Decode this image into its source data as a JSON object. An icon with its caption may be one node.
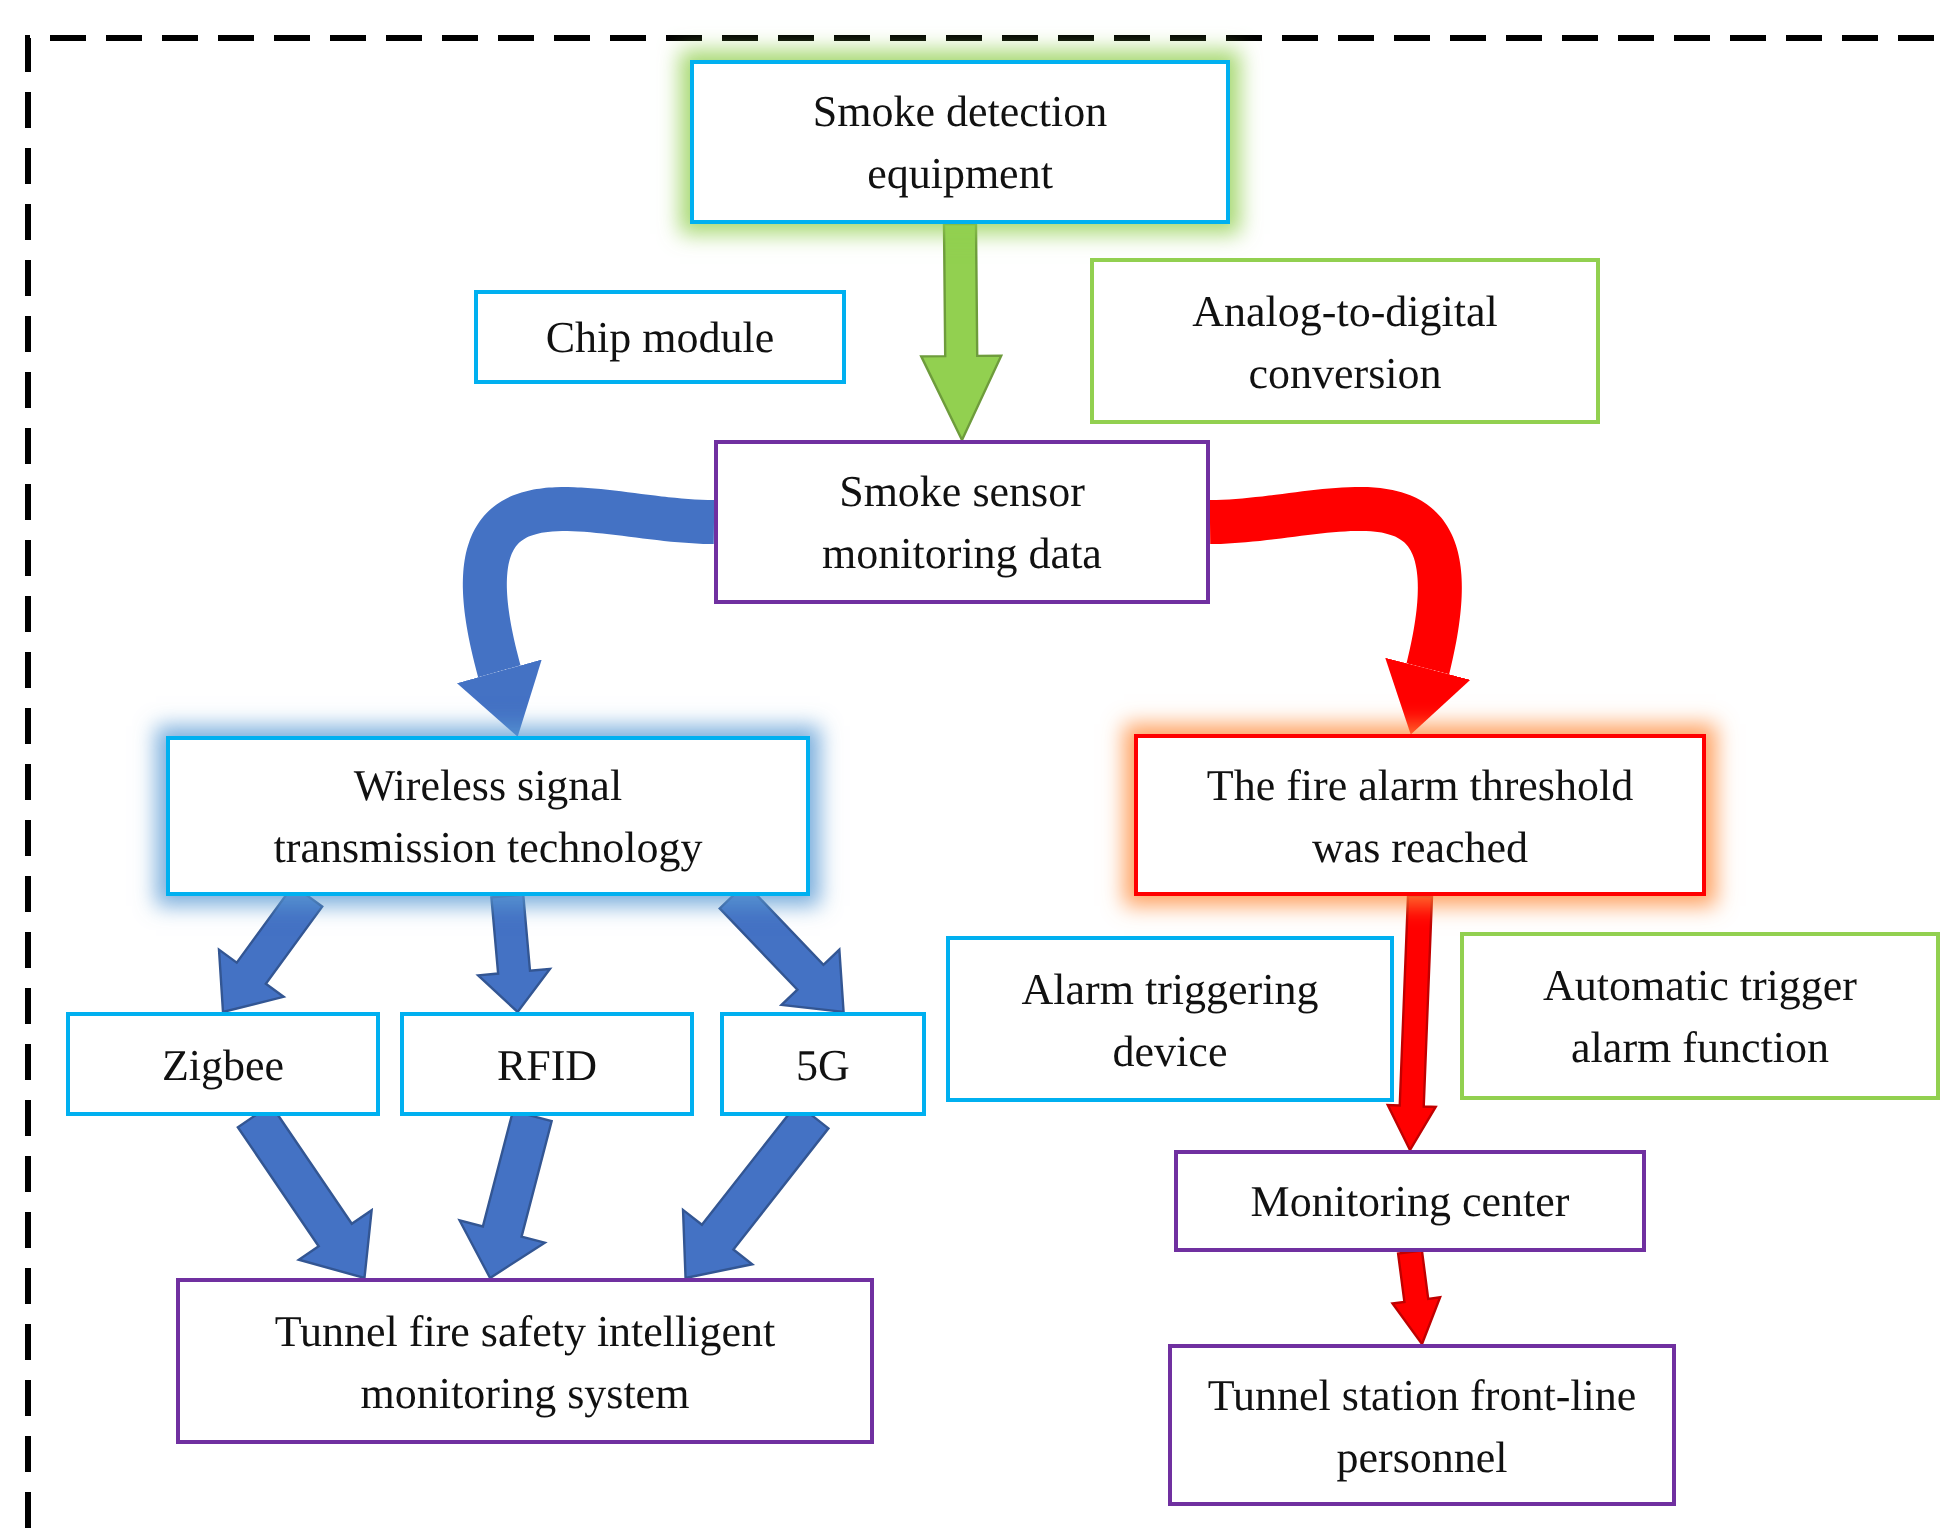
{
  "diagram": {
    "nodes": [
      {
        "text": [
          "Smoke detection equipment"
        ]
      },
      {
        "text": [
          "Chip module"
        ]
      },
      {
        "text": [
          "Analog-to-digital conversion"
        ]
      },
      {
        "text": [
          "Smoke sensor monitoring data"
        ]
      },
      {
        "text": [
          "Wireless signal transmission technology"
        ]
      },
      {
        "text": [
          "The fire alarm threshold was reached"
        ]
      },
      {
        "text": [
          "Zigbee"
        ]
      },
      {
        "text": [
          "RFID"
        ]
      },
      {
        "text": [
          "5G"
        ]
      },
      {
        "text": [
          "Alarm triggering device"
        ]
      },
      {
        "text": [
          "Automatic trigger alarm function"
        ]
      },
      {
        "text": [
          "Monitoring center"
        ]
      },
      {
        "text": [
          "Tunnel fire safety intelligent monitoring system"
        ]
      },
      {
        "text": [
          "Tunnel station front-line personnel"
        ]
      }
    ],
    "edges": [
      {
        "from": 0,
        "to": 3,
        "arrow": "to",
        "color": "#92d050"
      },
      {
        "from": 3,
        "to": 4,
        "arrow": "to"
      },
      {
        "from": 3,
        "to": 5,
        "arrow": "to",
        "color": "#ff0000"
      },
      {
        "from": 4,
        "to": 6,
        "arrow": "to"
      },
      {
        "from": 4,
        "to": 7,
        "arrow": "to"
      },
      {
        "from": 4,
        "to": 8,
        "arrow": "to"
      },
      {
        "from": 6,
        "to": 12,
        "arrow": "to"
      },
      {
        "from": 7,
        "to": 12,
        "arrow": "to"
      },
      {
        "from": 8,
        "to": 12,
        "arrow": "to"
      },
      {
        "from": 5,
        "to": 11,
        "arrow": "to",
        "color": "#ff0000"
      },
      {
        "from": 11,
        "to": 13,
        "arrow": "to",
        "color": "#ff0000"
      }
    ]
  }
}
